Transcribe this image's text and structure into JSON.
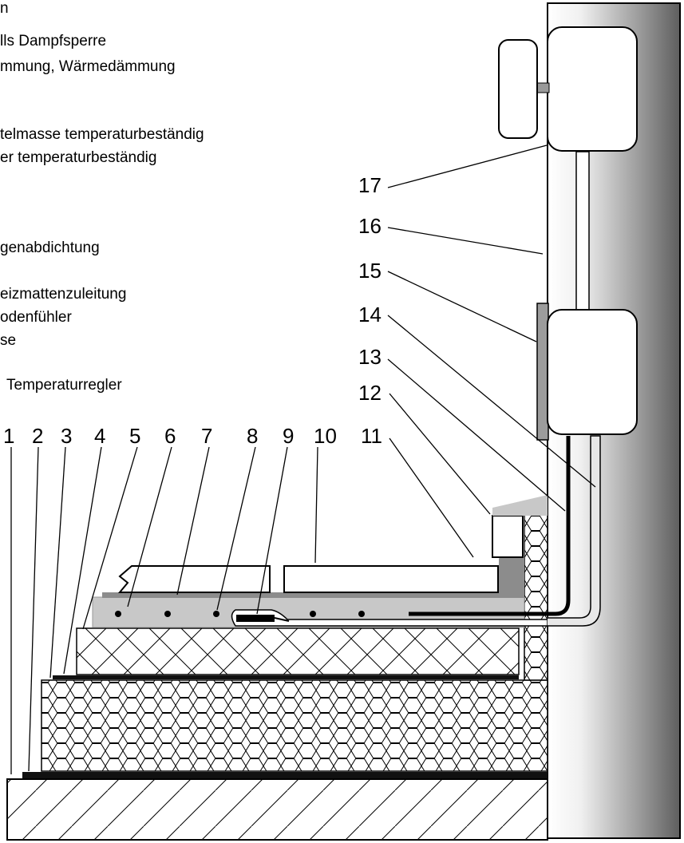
{
  "legend": [
    "n",
    "lls Dampfsperre",
    "mmung, Wärmedämmung",
    "telmasse temperaturbeständig",
    "er temperaturbeständig",
    "genabdichtung",
    "eizmattenzuleitung",
    "odenfühler",
    "se",
    "Temperaturregler"
  ],
  "numbers": [
    "1",
    "2",
    "3",
    "4",
    "5",
    "6",
    "7",
    "8",
    "9",
    "10",
    "11",
    "12",
    "13",
    "14",
    "15",
    "16",
    "17"
  ]
}
